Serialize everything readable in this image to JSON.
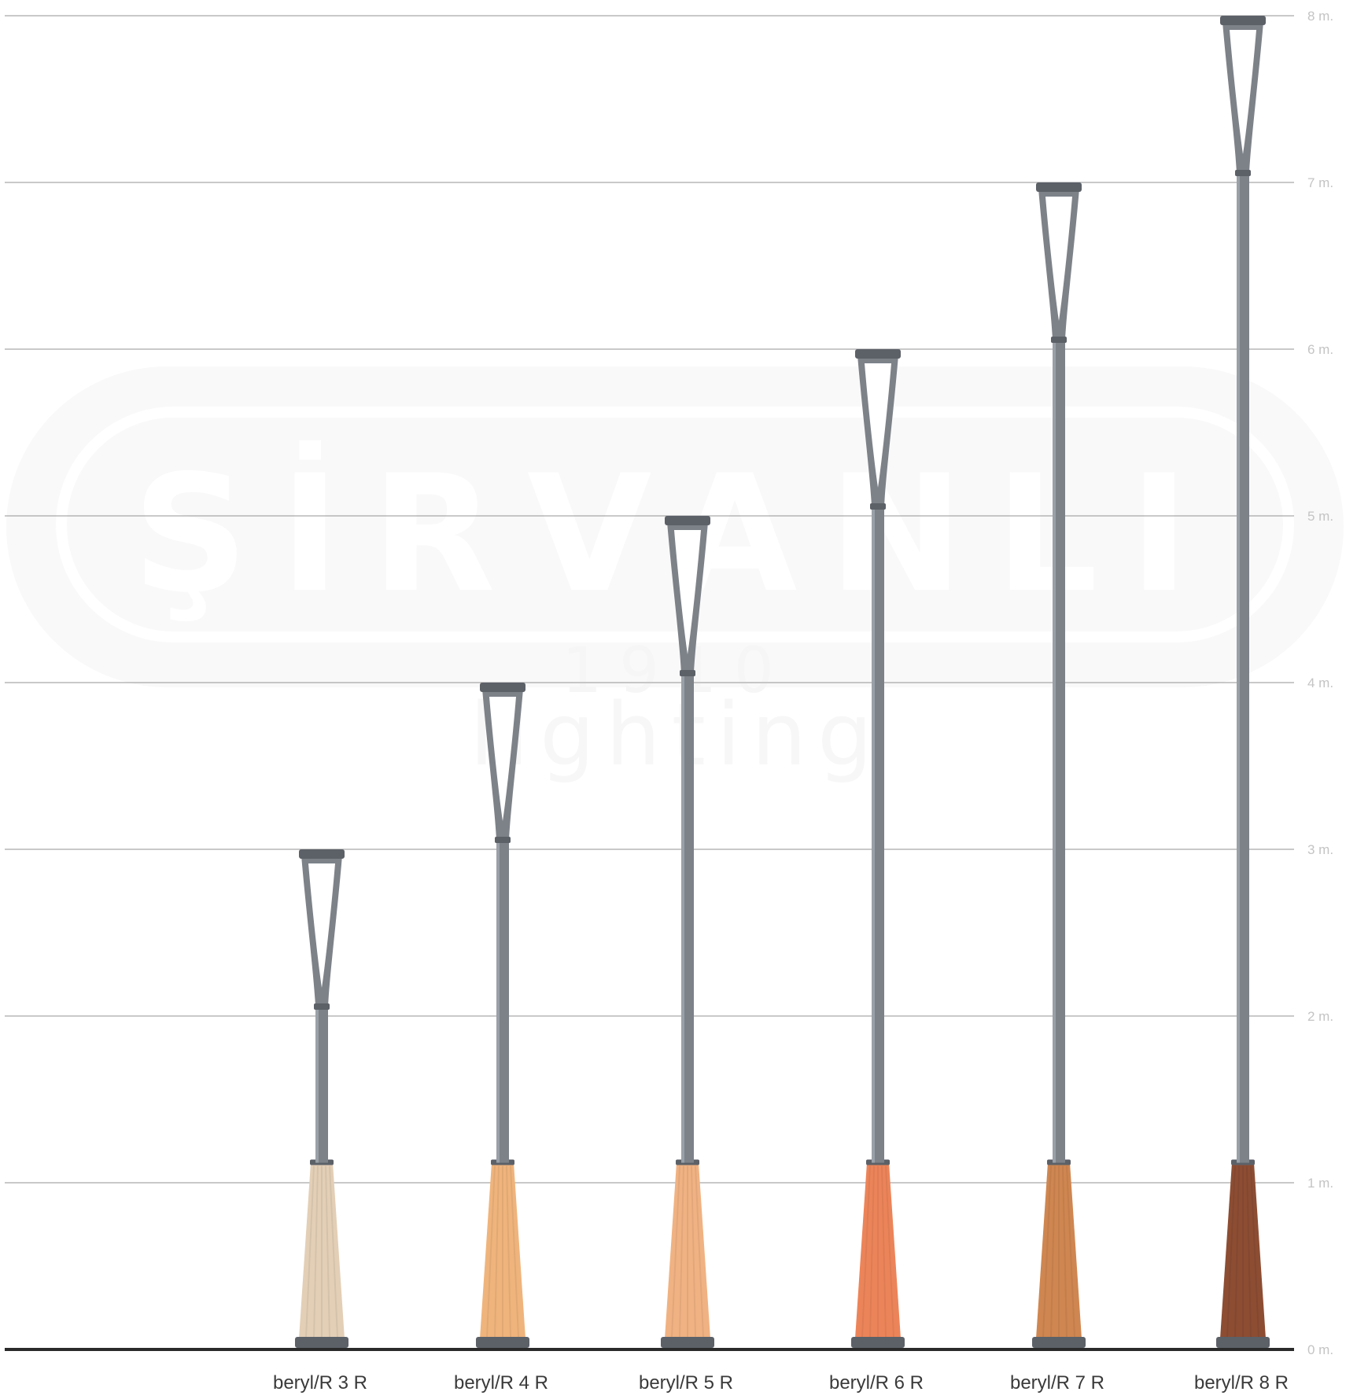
{
  "watermark": {
    "brand": "ŞİRVANLI",
    "year": "1910",
    "tagline": "lighting"
  },
  "scale": {
    "unit": "m.",
    "ticks": [
      {
        "value": 0,
        "label": "0 m."
      },
      {
        "value": 1,
        "label": "1 m."
      },
      {
        "value": 2,
        "label": "2 m."
      },
      {
        "value": 3,
        "label": "3 m."
      },
      {
        "value": 4,
        "label": "4 m."
      },
      {
        "value": 5,
        "label": "5 m."
      },
      {
        "value": 6,
        "label": "6 m."
      },
      {
        "value": 7,
        "label": "7 m."
      },
      {
        "value": 8,
        "label": "8 m."
      }
    ]
  },
  "colors": {
    "pole": "#7d8289",
    "pole_dark": "#5c6168",
    "grid": "#a9a9a9",
    "ground": "#2a2a2a"
  },
  "models": [
    {
      "label": "beryl/R 3 R",
      "height_m": 3,
      "base_color": "#e3cfb6"
    },
    {
      "label": "beryl/R 4 R",
      "height_m": 4,
      "base_color": "#efb47c"
    },
    {
      "label": "beryl/R 5 R",
      "height_m": 5,
      "base_color": "#f0b282"
    },
    {
      "label": "beryl/R 6 R",
      "height_m": 6,
      "base_color": "#ec8459"
    },
    {
      "label": "beryl/R 7 R",
      "height_m": 7,
      "base_color": "#cf8650"
    },
    {
      "label": "beryl/R 8 R",
      "height_m": 8,
      "base_color": "#8c4d33"
    }
  ]
}
